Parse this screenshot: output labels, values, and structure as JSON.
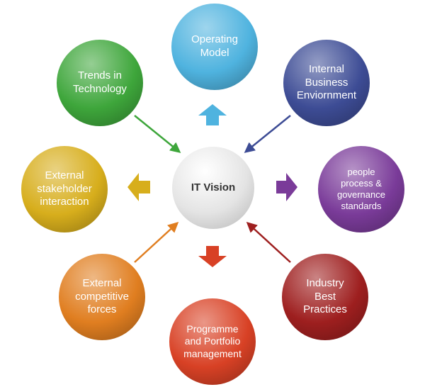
{
  "diagram": {
    "center": {
      "label": "IT Vision",
      "color": "#e4e4e4"
    },
    "nodes": [
      {
        "id": "operating-model",
        "label": "Operating\nModel",
        "color": "#4fb3df"
      },
      {
        "id": "internal-business",
        "label": "Internal\nBusiness\nEnviornment",
        "color": "#3d4c95"
      },
      {
        "id": "people-process",
        "label": "people\nprocess &\ngovernance\nstandards",
        "color": "#7a3b99"
      },
      {
        "id": "industry-best-practices",
        "label": "Industry\nBest\nPractices",
        "color": "#9e1f1f"
      },
      {
        "id": "programme-portfolio",
        "label": "Programme\nand Portfolio\nmanagement",
        "color": "#d84125"
      },
      {
        "id": "external-competitive",
        "label": "External\ncompetitive\nforces",
        "color": "#e07e20"
      },
      {
        "id": "external-stakeholder",
        "label": "External\nstakeholder\ninteraction",
        "color": "#d7ae1c"
      },
      {
        "id": "trends-technology",
        "label": "Trends in\nTechnology",
        "color": "#3ea63b"
      }
    ],
    "arrow_colors": {
      "operating-model": "#4fb3df",
      "internal-business": "#3d4c95",
      "people-process": "#7a3b99",
      "industry-best-practices": "#9e1f1f",
      "programme-portfolio": "#d84125",
      "external-competitive": "#e07e20",
      "external-stakeholder": "#d7ae1c",
      "trends-technology": "#3ea63b"
    }
  }
}
